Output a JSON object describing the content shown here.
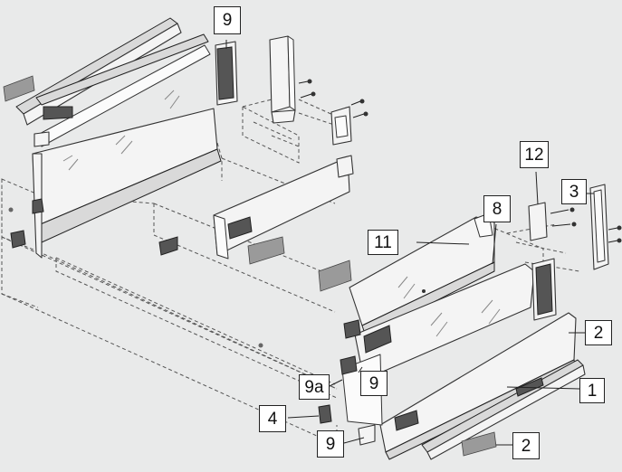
{
  "callouts": [
    {
      "id": "c9-top",
      "label": "9"
    },
    {
      "id": "c12",
      "label": "12"
    },
    {
      "id": "c3",
      "label": "3"
    },
    {
      "id": "c8",
      "label": "8"
    },
    {
      "id": "c11",
      "label": "11"
    },
    {
      "id": "c2-right",
      "label": "2"
    },
    {
      "id": "c1",
      "label": "1"
    },
    {
      "id": "c9a",
      "label": "9a"
    },
    {
      "id": "c9-mid",
      "label": "9"
    },
    {
      "id": "c4",
      "label": "4"
    },
    {
      "id": "c9-bottom",
      "label": "9"
    },
    {
      "id": "c2-bottom",
      "label": "2"
    }
  ]
}
